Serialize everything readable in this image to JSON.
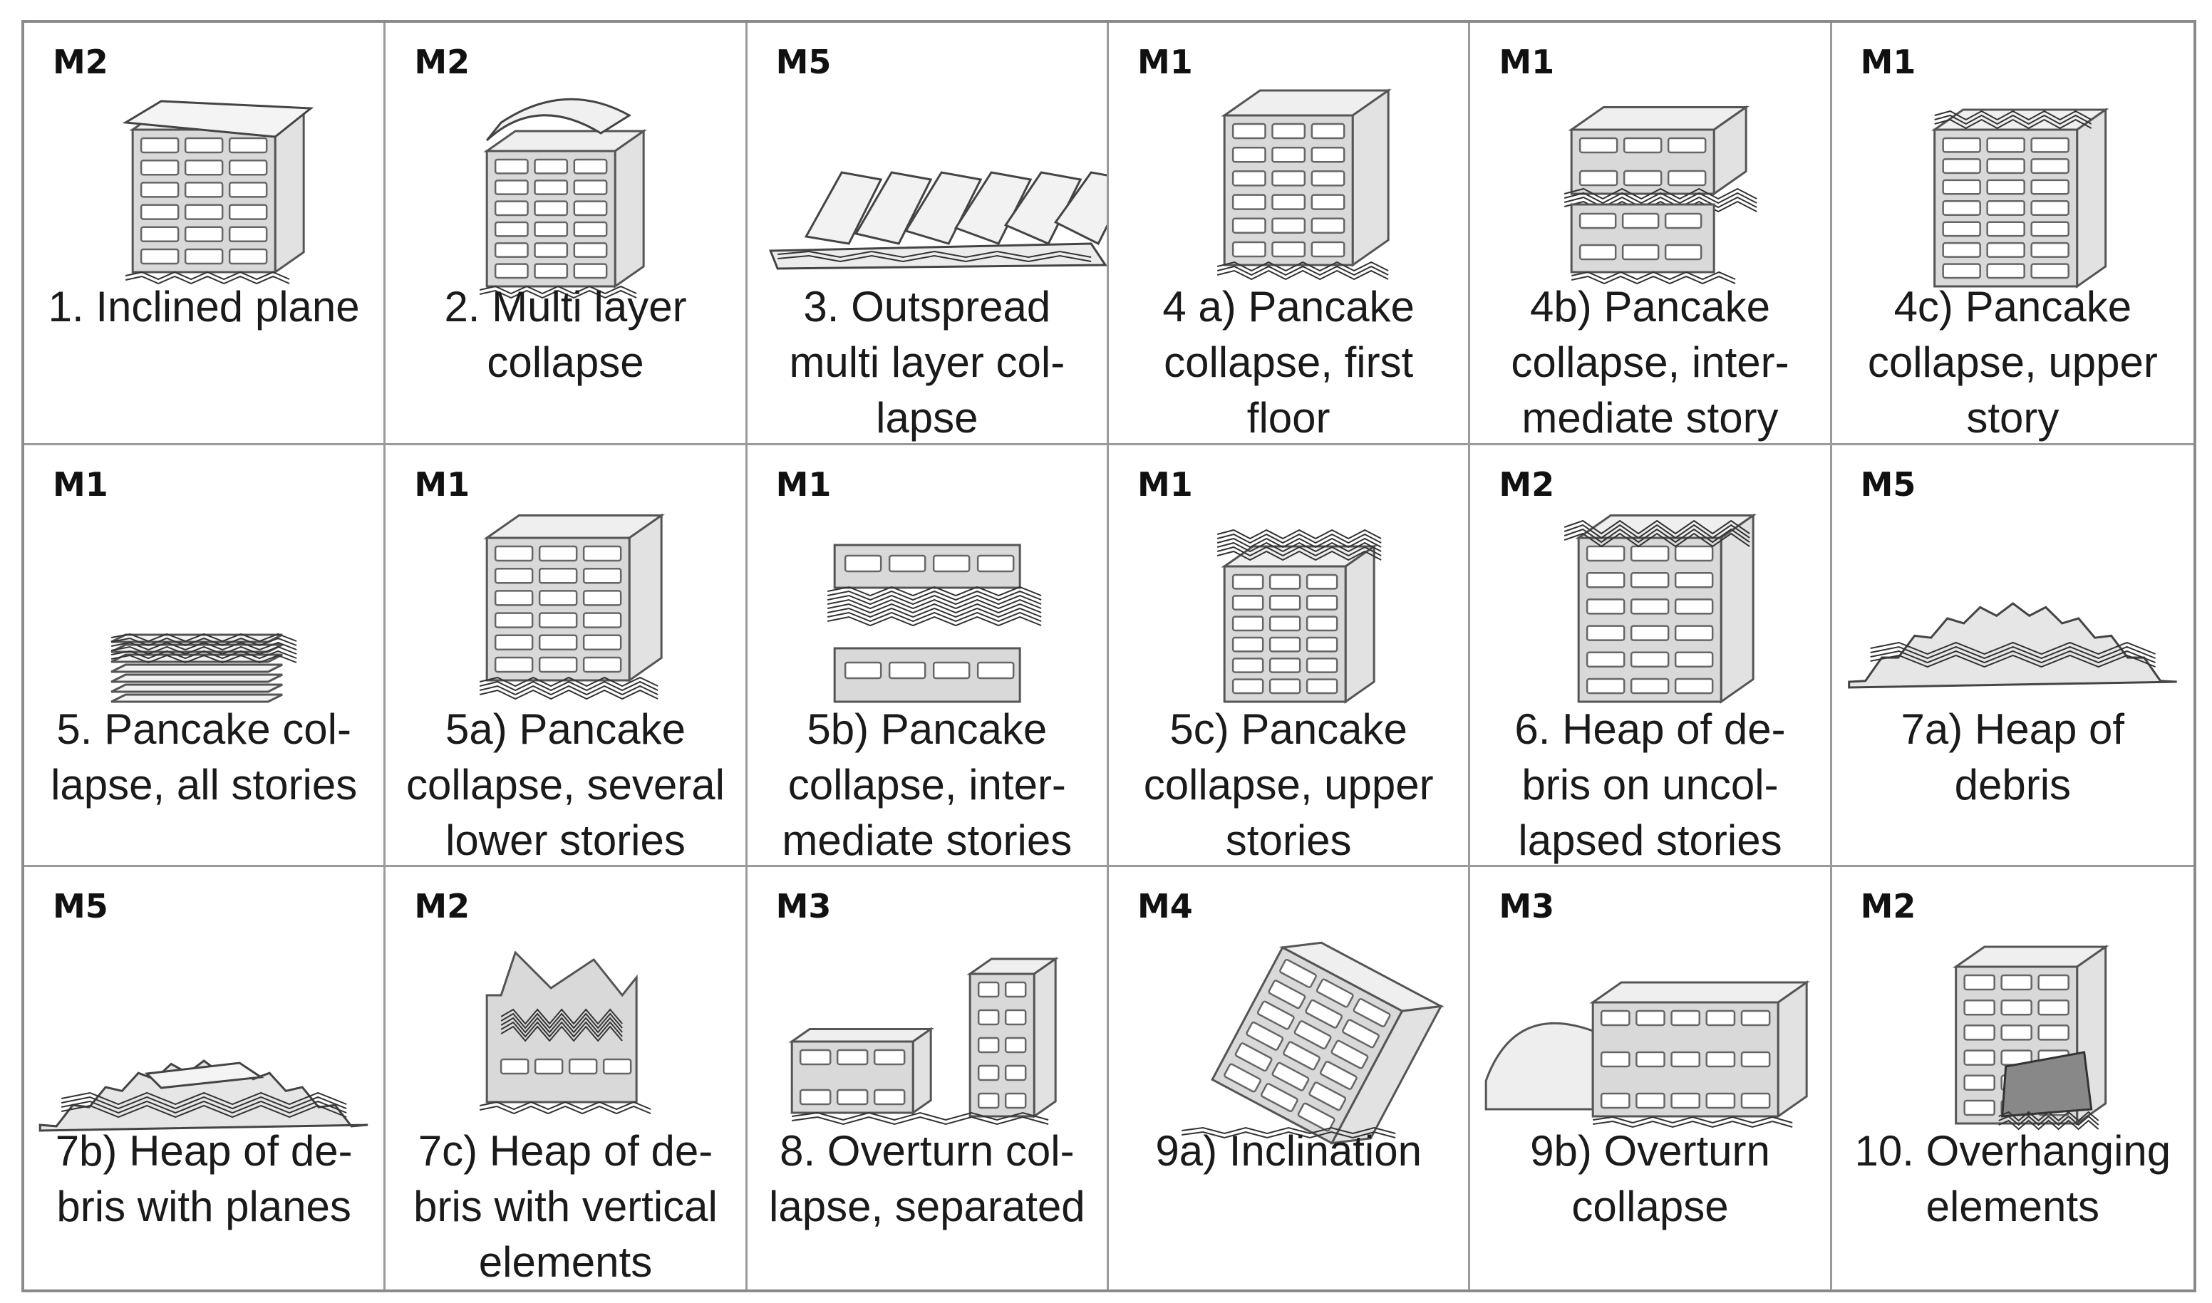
{
  "cells": [
    {
      "code": "M2",
      "caption": "1. Inclined plane",
      "icon": "building-inclined-roof-icon"
    },
    {
      "code": "M2",
      "caption": "2. Multi layer\ncollapse",
      "icon": "building-multi-layer-icon"
    },
    {
      "code": "M5",
      "caption": "3. Outspread\nmulti layer col-\nlapse",
      "icon": "outspread-slabs-icon"
    },
    {
      "code": "M1",
      "caption": "4 a) Pancake\ncollapse, first\nfloor",
      "icon": "building-first-floor-collapse-icon"
    },
    {
      "code": "M1",
      "caption": "4b) Pancake\ncollapse, inter-\nmediate story",
      "icon": "building-intermediate-collapse-icon"
    },
    {
      "code": "M1",
      "caption": "4c) Pancake\ncollapse, upper\nstory",
      "icon": "building-upper-collapse-icon"
    },
    {
      "code": "M1",
      "caption": "5. Pancake col-\nlapse, all stories",
      "icon": "stacked-slabs-icon"
    },
    {
      "code": "M1",
      "caption": "5a) Pancake\ncollapse, several\nlower stories",
      "icon": "building-lower-stories-collapse-icon"
    },
    {
      "code": "M1",
      "caption": "5b) Pancake\ncollapse, inter-\nmediate stories",
      "icon": "building-intermediate-stories-collapse-icon"
    },
    {
      "code": "M1",
      "caption": "5c) Pancake\ncollapse, upper\nstories",
      "icon": "building-upper-stories-collapse-icon"
    },
    {
      "code": "M2",
      "caption": "6. Heap of de-\nbris on uncol-\nlapsed stories",
      "icon": "building-debris-top-icon"
    },
    {
      "code": "M5",
      "caption": "7a) Heap of\ndebris",
      "icon": "debris-heap-icon"
    },
    {
      "code": "M5",
      "caption": "7b) Heap of de-\nbris with planes",
      "icon": "debris-planes-icon"
    },
    {
      "code": "M2",
      "caption": "7c) Heap of de-\nbris with vertical\nelements",
      "icon": "debris-vertical-walls-icon"
    },
    {
      "code": "M3",
      "caption": "8. Overturn col-\nlapse, separated",
      "icon": "overturn-separated-icon"
    },
    {
      "code": "M4",
      "caption": "9a) Inclination",
      "icon": "building-tilted-icon"
    },
    {
      "code": "M3",
      "caption": "9b) Overturn\ncollapse",
      "icon": "overturn-collapse-icon"
    },
    {
      "code": "M2",
      "caption": "10. Overhanging\nelements",
      "icon": "overhanging-elements-icon"
    }
  ]
}
